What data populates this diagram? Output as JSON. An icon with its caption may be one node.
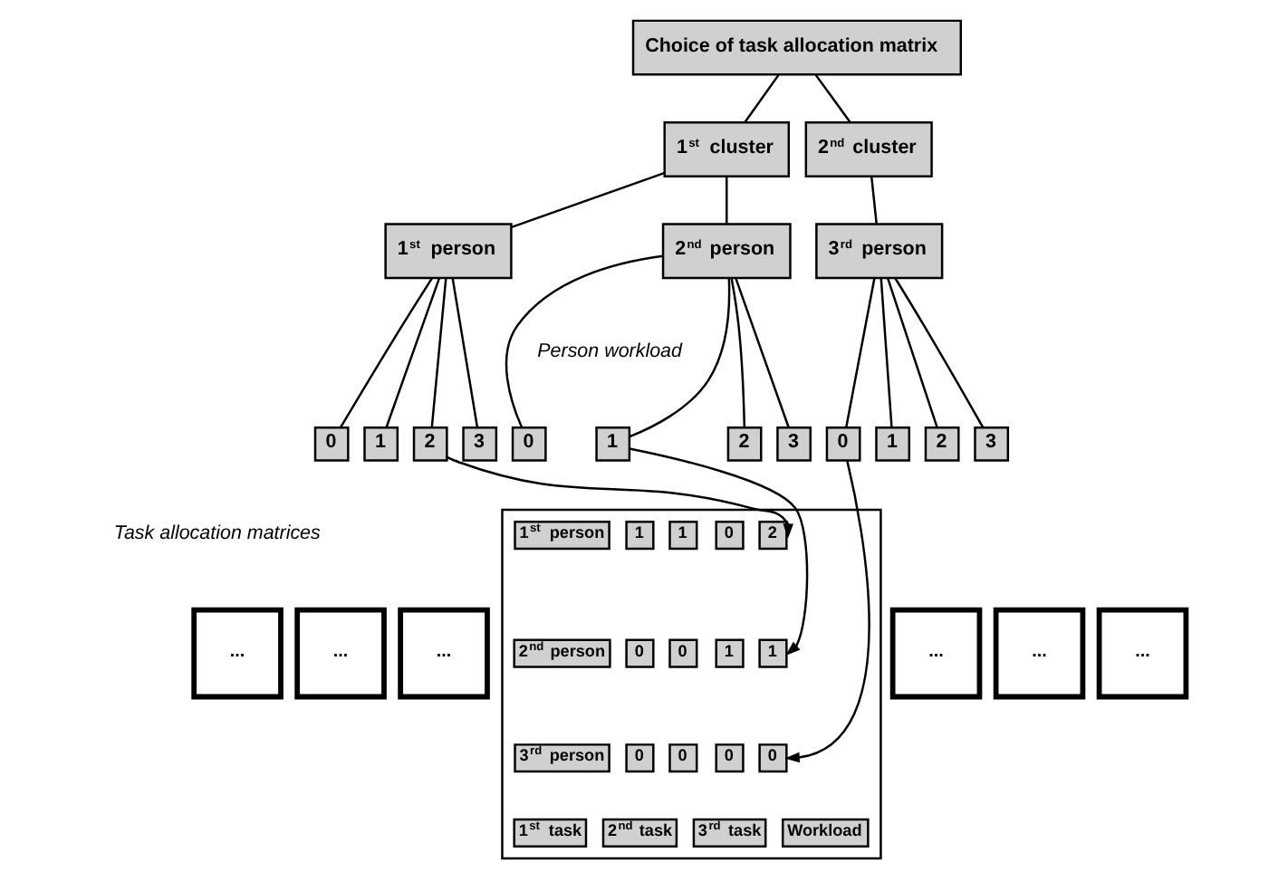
{
  "diagram": {
    "nodes": [
      {
        "text": [
          "Choice of task allocation matrix"
        ]
      },
      {
        "text": [
          "1$^{st}$ cluster"
        ]
      },
      {
        "text": [
          "2$^{nd}$ cluster"
        ]
      },
      {
        "text": [
          "1$^{st}$ person"
        ]
      },
      {
        "text": [
          "2$^{nd}$ person"
        ]
      },
      {
        "text": [
          "3$^{rd}$ person"
        ]
      },
      {
        "text": [
          "0"
        ]
      },
      {
        "text": [
          "1"
        ]
      },
      {
        "text": [
          "2"
        ]
      },
      {
        "text": [
          "3"
        ]
      },
      {
        "text": [
          "0"
        ]
      },
      {
        "text": [
          "1"
        ]
      },
      {
        "text": [
          "2"
        ]
      },
      {
        "text": [
          "3"
        ]
      },
      {
        "text": [
          "0"
        ]
      },
      {
        "text": [
          "1"
        ]
      },
      {
        "text": [
          "2"
        ]
      },
      {
        "text": [
          "3"
        ]
      },
      {
        "text": [],
        "shape": "box"
      },
      {
        "text": [
          "1$^{st}$ person"
        ],
        "in": 18
      },
      {
        "text": [
          "1"
        ],
        "in": 18
      },
      {
        "text": [
          "1"
        ],
        "in": 18
      },
      {
        "text": [
          "0"
        ],
        "in": 18
      },
      {
        "text": [
          "2"
        ],
        "in": 18
      },
      {
        "text": [
          "2$^{nd}$ person"
        ],
        "in": 18
      },
      {
        "text": [
          "0"
        ],
        "in": 18
      },
      {
        "text": [
          "0"
        ],
        "in": 18
      },
      {
        "text": [
          "1"
        ],
        "in": 18
      },
      {
        "text": [
          "1"
        ],
        "in": 18
      },
      {
        "text": [
          "3$^{rd}$ person"
        ],
        "in": 18
      },
      {
        "text": [
          "0"
        ],
        "in": 18
      },
      {
        "text": [
          "0"
        ],
        "in": 18
      },
      {
        "text": [
          "0"
        ],
        "in": 18
      },
      {
        "text": [
          "0"
        ],
        "in": 18
      },
      {
        "text": [
          "1$^{st}$ task"
        ],
        "in": 18
      },
      {
        "text": [
          "2$^{nd}$ task"
        ],
        "in": 18
      },
      {
        "text": [
          "3$^{rd}$ task"
        ],
        "in": 18
      },
      {
        "text": [
          "Workload"
        ],
        "in": 18
      },
      {
        "text": [
          "..."
        ]
      },
      {
        "text": [
          "..."
        ]
      },
      {
        "text": [
          "..."
        ]
      },
      {
        "text": [
          "..."
        ]
      },
      {
        "text": [
          "..."
        ]
      },
      {
        "text": [
          "..."
        ]
      }
    ],
    "edges": [
      {
        "from": 0,
        "to": 1,
        "arrow": "none"
      },
      {
        "from": 0,
        "to": 2,
        "arrow": "none"
      },
      {
        "from": 1,
        "to": 3,
        "arrow": "none"
      },
      {
        "from": 1,
        "to": 4,
        "arrow": "none"
      },
      {
        "from": 2,
        "to": 5,
        "arrow": "none"
      },
      {
        "from": 3,
        "to": 6,
        "arrow": "none"
      },
      {
        "from": 3,
        "to": 7,
        "arrow": "none"
      },
      {
        "from": 3,
        "to": 8,
        "arrow": "none"
      },
      {
        "from": 3,
        "to": 9,
        "arrow": "none"
      },
      {
        "from": 4,
        "to": 10,
        "arrow": "none"
      },
      {
        "from": 4,
        "to": 11,
        "arrow": "none"
      },
      {
        "from": 4,
        "to": 12,
        "arrow": "none"
      },
      {
        "from": 4,
        "to": 13,
        "arrow": "none"
      },
      {
        "from": 5,
        "to": 14,
        "arrow": "none"
      },
      {
        "from": 5,
        "to": 15,
        "arrow": "none"
      },
      {
        "from": 5,
        "to": 16,
        "arrow": "none"
      },
      {
        "from": 5,
        "to": 17,
        "arrow": "none"
      },
      {
        "from": 8,
        "to": 23,
        "arrow": "to"
      },
      {
        "from": 11,
        "to": 28,
        "arrow": "to"
      },
      {
        "from": 14,
        "to": 33,
        "arrow": "to"
      }
    ],
    "labels": [
      "Person workload",
      "Task allocation matrices"
    ]
  }
}
